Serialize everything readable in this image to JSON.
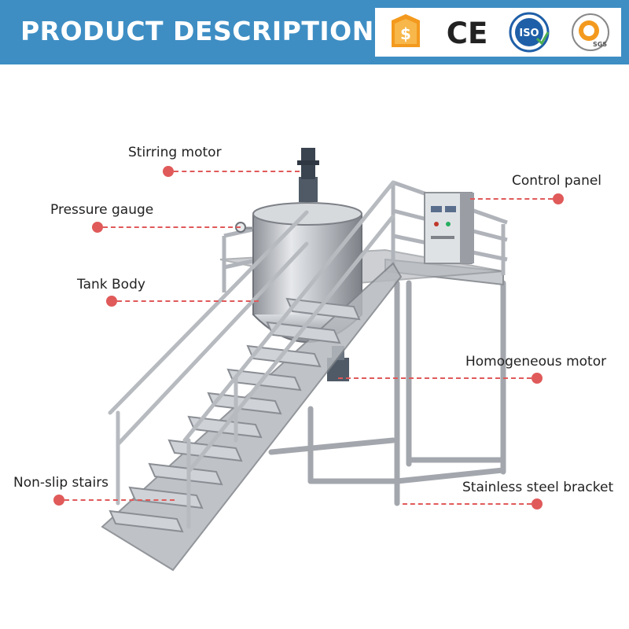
{
  "header": {
    "title": "PRODUCT DESCRIPTION",
    "logos": [
      "price-tag-logo",
      "ce-mark-logo",
      "iso-certification-logo",
      "sgs-certification-logo"
    ],
    "ce_text": "CE",
    "iso_text": "ISO",
    "sgs_text": "SGS"
  },
  "labels": {
    "stirring_motor": "Stirring motor",
    "pressure_gauge": "Pressure gauge",
    "tank_body": "Tank Body",
    "non_slip_stairs": "Non-slip stairs",
    "control_panel": "Control panel",
    "homogeneous_motor": "Homogeneous motor",
    "stainless_steel_bracket": "Stainless steel bracket"
  },
  "colors": {
    "banner": "#3e8ec4",
    "marker": "#e05a5a"
  }
}
